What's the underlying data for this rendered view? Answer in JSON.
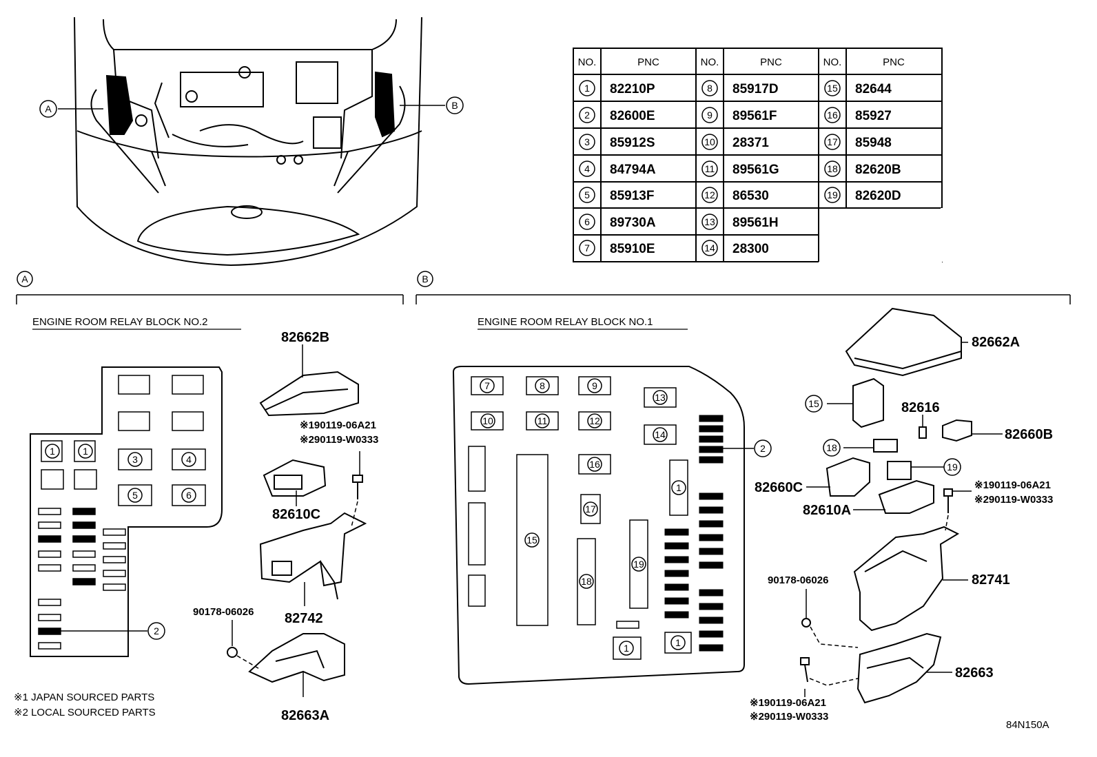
{
  "table": {
    "headers": {
      "no": "NO.",
      "pnc": "PNC"
    },
    "columns": [
      [
        [
          "1",
          "82210P"
        ],
        [
          "2",
          "82600E"
        ],
        [
          "3",
          "85912S"
        ],
        [
          "4",
          "84794A"
        ],
        [
          "5",
          "85913F"
        ],
        [
          "6",
          "89730A"
        ],
        [
          "7",
          "85910E"
        ]
      ],
      [
        [
          "8",
          "85917D"
        ],
        [
          "9",
          "89561F"
        ],
        [
          "10",
          "28371"
        ],
        [
          "11",
          "89561G"
        ],
        [
          "12",
          "86530"
        ],
        [
          "13",
          "89561H"
        ],
        [
          "14",
          "28300"
        ]
      ],
      [
        [
          "15",
          "82644"
        ],
        [
          "16",
          "85927"
        ],
        [
          "17",
          "85948"
        ],
        [
          "18",
          "82620B"
        ],
        [
          "19",
          "82620D"
        ]
      ]
    ]
  },
  "section_a": {
    "marker": "A",
    "title": "ENGINE ROOM RELAY BLOCK NO.2",
    "parts": {
      "cover": "82662B",
      "clip": "82610C",
      "bracket": "82742",
      "lower_case": "82663A",
      "nut": "90178-06026",
      "bolt_1": "※190119-06A21",
      "bolt_2": "※290119-W0333"
    },
    "callout": "2",
    "slots": [
      "1",
      "1",
      "3",
      "4",
      "5",
      "6"
    ]
  },
  "section_b": {
    "marker": "B",
    "title": "ENGINE ROOM RELAY BLOCK NO.1",
    "parts": {
      "cover": "82662A",
      "relay_clip": "82616",
      "connector": "82660B",
      "connector_c": "82660C",
      "clip_a": "82610A",
      "case": "82741",
      "lower_case": "82663",
      "nut": "90178-06026",
      "bolt_1a": "※190119-06A21",
      "bolt_2a": "※290119-W0333",
      "bolt_1b": "※190119-06A21",
      "bolt_2b": "※290119-W0333"
    },
    "callouts": {
      "relay": "15",
      "fuse": "18",
      "relay2": "19",
      "fuse_strip": "2"
    },
    "slots": [
      "7",
      "8",
      "9",
      "10",
      "11",
      "12",
      "13",
      "14",
      "16",
      "17",
      "15",
      "18",
      "19",
      "1",
      "1",
      "1"
    ]
  },
  "notes": [
    "※1 JAPAN SOURCED PARTS",
    "※2 LOCAL SOURCED PARTS"
  ],
  "figure_code": "84N150A"
}
